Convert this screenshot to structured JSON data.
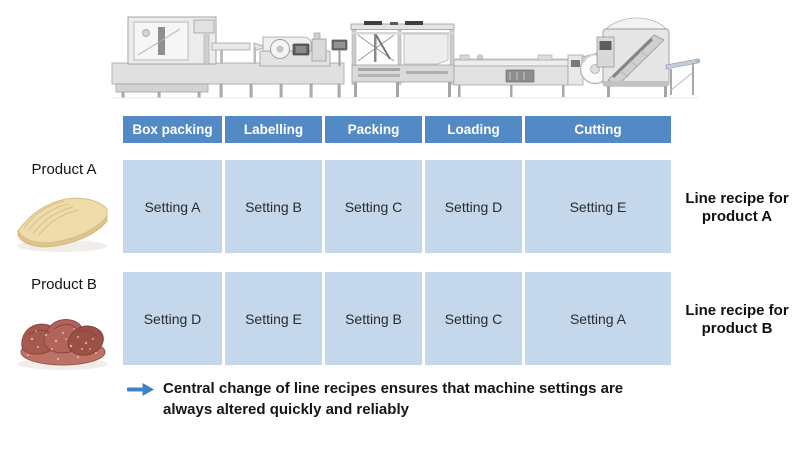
{
  "illustration": {
    "description": "grayscale packaging production line machinery",
    "modules": [
      "box-packing-machine",
      "labelling-machine",
      "packing-machine",
      "loading-conveyor",
      "film-roll",
      "cutting-machine",
      "outfeed-conveyor"
    ]
  },
  "table": {
    "headers": [
      "Box packing",
      "Labelling",
      "Packing",
      "Loading",
      "Cutting"
    ],
    "rows": [
      {
        "product": "Product A",
        "image": "cheese-slices",
        "settings": [
          "Setting A",
          "Setting B",
          "Setting C",
          "Setting D",
          "Setting E"
        ],
        "recipe": "Line recipe for\nproduct A"
      },
      {
        "product": "Product B",
        "image": "meat-slices",
        "settings": [
          "Setting D",
          "Setting E",
          "Setting B",
          "Setting C",
          "Setting A"
        ],
        "recipe": "Line recipe for\nproduct B"
      }
    ]
  },
  "note": {
    "icon": "right-arrow",
    "text": "Central change of line recipes ensures that machine settings are\nalways altered quickly and reliably"
  },
  "colors": {
    "header_bg": "#5389c5",
    "cell_bg": "#c4d7eb",
    "arrow_blue": "#3f80c6",
    "text": "#1a1a1a"
  }
}
